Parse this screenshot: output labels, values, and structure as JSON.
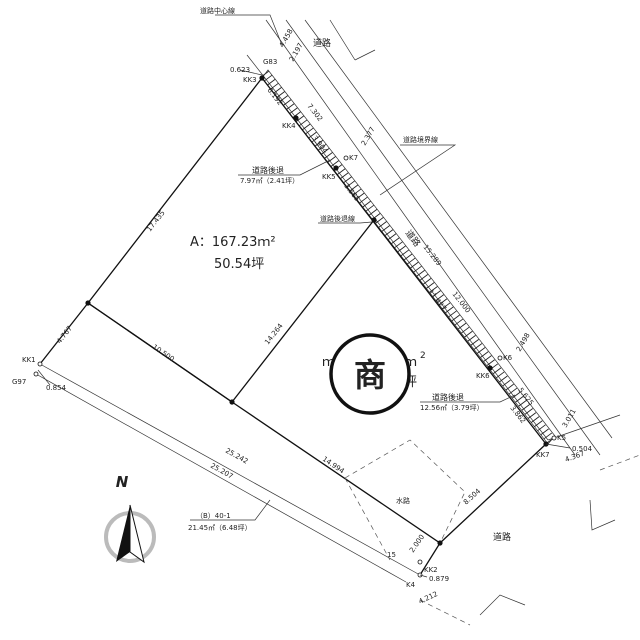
{
  "road_labels": {
    "top": "道路",
    "mid": "道路",
    "bottom": "道路"
  },
  "callouts": {
    "center_line": "道路中心線",
    "boundary_line": "道路境界線",
    "setback_line": "道路後退線",
    "setback_top": "道路後退",
    "setback_top_area": "7.97㎡（2.41坪）",
    "setback_right": "道路後退",
    "setback_right_area": "12.56㎡（3.79坪）",
    "b_parcel": "（B）40-1",
    "b_parcel_area": "21.45㎡（6.48坪）",
    "road_small": "水路"
  },
  "lot_a": {
    "area_m2": "A：167.23ｍ²",
    "area_tsubo": "50.54坪"
  },
  "stamp": {
    "text": "商"
  },
  "north": {
    "label": "N"
  },
  "points": {
    "G83": "G83",
    "KK3": "KK3",
    "KK4": "KK4",
    "K7": "K7",
    "KK5": "KK5",
    "K6": "K6",
    "KK6": "KK6",
    "K5": "K5",
    "KK7": "KK7",
    "KK1": "KK1",
    "G97": "G97",
    "KK2": "KK2",
    "K4": "K4"
  },
  "dims": {
    "d4458": "4.458",
    "d2197": "2.197",
    "d0623": "0.623",
    "d6192": "6.192",
    "d7302": "7.302",
    "d3904": "3.904",
    "d2377": "2.377",
    "d3565": "3.565",
    "d15289": "15.289",
    "d11427": "11.427",
    "d12000": "12.000",
    "d2498": "2.498",
    "d5625": "5.625",
    "d3862": "3.862",
    "d3011": "3.011",
    "d0504": "0.504",
    "d4367": "4.367",
    "d17435": "17.435",
    "d4767": "4.767",
    "d10500": "10.500",
    "d14264": "14.264",
    "d0854": "0.854",
    "d25242": "25.242",
    "d25207": "25.207",
    "d14994": "14.994",
    "d8504": "8.504",
    "d2000": "2.000",
    "d0879": "0.879",
    "d4212": "4.212",
    "d15": "15"
  }
}
